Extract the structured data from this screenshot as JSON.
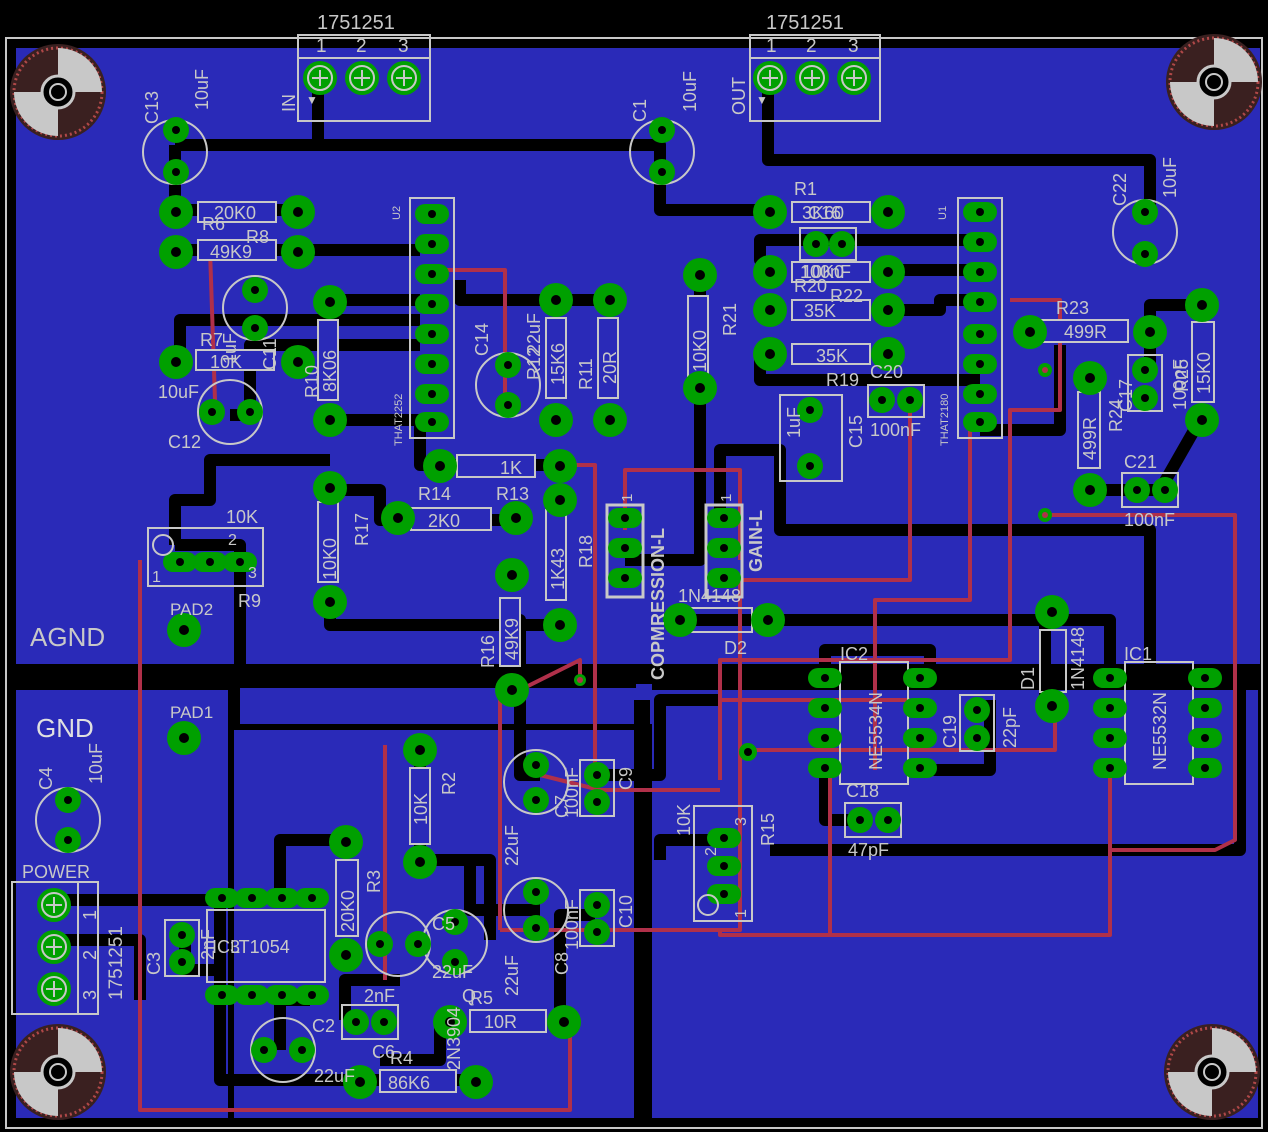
{
  "colors": {
    "background": "#000000",
    "copper": "#2a2ab8",
    "silk": "#c8c8c8",
    "pad": "#00a000",
    "bottom_trace": "#b0304a",
    "drill": "#000000"
  },
  "connectors": {
    "input": {
      "part": "1751251",
      "pins": [
        "1",
        "2",
        "3"
      ],
      "label": "IN"
    },
    "output": {
      "part": "1751251",
      "pins": [
        "1",
        "2",
        "3"
      ],
      "label": "OUT"
    },
    "power": {
      "part": "1751251",
      "pins": [
        "1",
        "2",
        "3"
      ],
      "label": "POWER"
    }
  },
  "zones": {
    "agnd": "AGND",
    "gnd": "GND"
  },
  "pads": {
    "pad1": "PAD1",
    "pad2": "PAD2"
  },
  "ics": {
    "u2": {
      "name": "U2",
      "part": "THAT2252"
    },
    "u1": {
      "name": "U1",
      "part": "THAT2180"
    },
    "ic1": {
      "name": "IC1",
      "part": "NE5532N"
    },
    "ic2": {
      "name": "IC2",
      "part": "NE5534N"
    },
    "ic3": {
      "name": "IC3",
      "part": "LT1054"
    },
    "q": {
      "name": "Q",
      "part": "2N3904"
    }
  },
  "trimmers": {
    "r9": {
      "name": "R9",
      "value": "10K",
      "pin1": "1",
      "pin2": "2",
      "pin3": "3"
    },
    "r15": {
      "name": "R15",
      "value": "10K",
      "pin1": "1",
      "pin2": "2",
      "pin3": "3"
    }
  },
  "headers": {
    "compression": {
      "label": "COPMRESSION-L",
      "pin1": "1"
    },
    "gain": {
      "label": "GAIN-L",
      "pin1": "1"
    }
  },
  "diodes": {
    "d1": {
      "name": "D1",
      "part": "1N4148"
    },
    "d2": {
      "name": "D2",
      "part": "1N4148"
    }
  },
  "resistors": {
    "r1": {
      "name": "R1",
      "value": "3K60"
    },
    "r2": {
      "name": "R2",
      "value": "10K"
    },
    "r3": {
      "name": "R3",
      "value": "20K0"
    },
    "r4": {
      "name": "R4",
      "value": "86K6"
    },
    "r5": {
      "name": "R5",
      "value": "10R"
    },
    "r6": {
      "name": "R6",
      "value": "20K0"
    },
    "r7": {
      "name": "R7",
      "value": "10K"
    },
    "r8": {
      "name": "R8",
      "value": "49K9"
    },
    "r10": {
      "name": "R10",
      "value": "8K06"
    },
    "r11": {
      "name": "R11",
      "value": "20R"
    },
    "r12": {
      "name": "R12",
      "value": "15K6"
    },
    "r13": {
      "name": "R13",
      "value": "1K"
    },
    "r14": {
      "name": "R14",
      "value": "2K0"
    },
    "r16": {
      "name": "R16",
      "value": "49K9"
    },
    "r17": {
      "name": "R17",
      "value": "10K0"
    },
    "r18": {
      "name": "R18",
      "value": "1K43"
    },
    "r19": {
      "name": "R19",
      "value": "35K"
    },
    "r20": {
      "name": "R20",
      "value": "10K0"
    },
    "r21": {
      "name": "R21",
      "value": "10K0"
    },
    "r22": {
      "name": "R22",
      "value": "35K"
    },
    "r23": {
      "name": "R23",
      "value": "499R"
    },
    "r24": {
      "name": "R24",
      "value": "499R"
    },
    "r25": {
      "name": "R25",
      "value": "15K0"
    }
  },
  "capacitors": {
    "c1": {
      "name": "C1",
      "value": "10uF"
    },
    "c2": {
      "name": "C2",
      "value": "22uF"
    },
    "c3": {
      "name": "C3",
      "value": "2nF"
    },
    "c4": {
      "name": "C4",
      "value": "10uF"
    },
    "c5": {
      "name": "C5",
      "value": "22uF"
    },
    "c6": {
      "name": "C6",
      "value": "2nF"
    },
    "c7": {
      "name": "C7",
      "value": "22uF"
    },
    "c8": {
      "name": "C8",
      "value": "22uF"
    },
    "c9": {
      "name": "C9",
      "value": "100nF"
    },
    "c10": {
      "name": "C10",
      "value": "100nF"
    },
    "c11": {
      "name": "C11",
      "value": "1uF"
    },
    "c12": {
      "name": "C12",
      "value": "10uF"
    },
    "c13": {
      "name": "C13",
      "value": "10uF"
    },
    "c14": {
      "name": "C14",
      "value": "22uF"
    },
    "c15": {
      "name": "C15",
      "value": "1uF"
    },
    "c16": {
      "name": "C16",
      "value": "100nF"
    },
    "c17": {
      "name": "C17",
      "value": "100nF"
    },
    "c18": {
      "name": "C18",
      "value": "47pF"
    },
    "c19": {
      "name": "C19",
      "value": "22pF"
    },
    "c20": {
      "name": "C20",
      "value": "100nF"
    },
    "c21": {
      "name": "C21",
      "value": "100nF"
    },
    "c22": {
      "name": "C22",
      "value": "10uF"
    }
  }
}
